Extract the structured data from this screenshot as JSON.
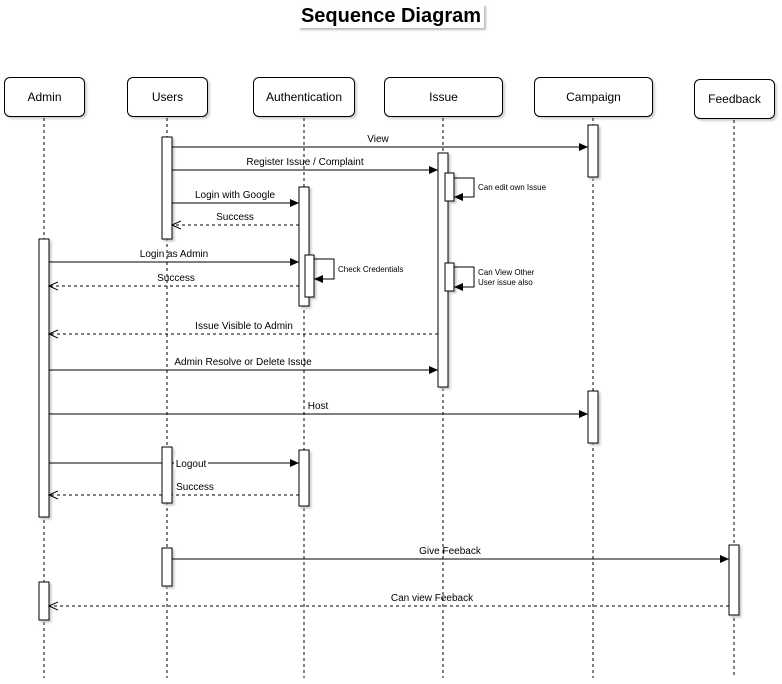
{
  "title": "Sequence Diagram",
  "participants": [
    {
      "id": "admin",
      "label": "Admin"
    },
    {
      "id": "users",
      "label": "Users"
    },
    {
      "id": "auth",
      "label": "Authentication"
    },
    {
      "id": "issue",
      "label": "Issue"
    },
    {
      "id": "campaign",
      "label": "Campaign"
    },
    {
      "id": "feedback",
      "label": "Feedback"
    }
  ],
  "messages": [
    {
      "id": "view",
      "label": "View",
      "from": "users",
      "to": "campaign",
      "kind": "sync"
    },
    {
      "id": "register-issue",
      "label": "Register Issue / Complaint",
      "from": "users",
      "to": "issue",
      "kind": "sync"
    },
    {
      "id": "edit-own-issue",
      "label": "Can edit own Issue",
      "from": "issue",
      "to": "issue",
      "kind": "self"
    },
    {
      "id": "login-google",
      "label": "Login with Google",
      "from": "users",
      "to": "auth",
      "kind": "sync"
    },
    {
      "id": "success-1",
      "label": "Success",
      "from": "auth",
      "to": "users",
      "kind": "return"
    },
    {
      "id": "login-admin",
      "label": "Login as Admin",
      "from": "admin",
      "to": "auth",
      "kind": "sync"
    },
    {
      "id": "check-credentials",
      "label": "Check Credentials",
      "from": "auth",
      "to": "auth",
      "kind": "self"
    },
    {
      "id": "view-other-issue",
      "label": "Can View Other User issue also",
      "from": "issue",
      "to": "issue",
      "kind": "self"
    },
    {
      "id": "success-2",
      "label": "Success",
      "from": "auth",
      "to": "admin",
      "kind": "return"
    },
    {
      "id": "issue-visible",
      "label": "Issue Visible to Admin",
      "from": "issue",
      "to": "admin",
      "kind": "return"
    },
    {
      "id": "resolve-delete",
      "label": "Admin Resolve or Delete Issue",
      "from": "admin",
      "to": "issue",
      "kind": "sync"
    },
    {
      "id": "host",
      "label": "Host",
      "from": "admin",
      "to": "campaign",
      "kind": "sync"
    },
    {
      "id": "logout",
      "label": "Logout",
      "from": "admin",
      "to": "auth",
      "kind": "sync"
    },
    {
      "id": "success-3",
      "label": "Success",
      "from": "auth",
      "to": "admin",
      "kind": "return"
    },
    {
      "id": "give-feedback",
      "label": "Give Feeback",
      "from": "users",
      "to": "feedback",
      "kind": "sync"
    },
    {
      "id": "view-feedback",
      "label": "Can view Feeback",
      "from": "feedback",
      "to": "admin",
      "kind": "return"
    }
  ],
  "colors": {
    "stroke": "#000000",
    "box_fill": "#ffffff",
    "shadow": "#cfcfcf",
    "background": "#ffffff"
  }
}
